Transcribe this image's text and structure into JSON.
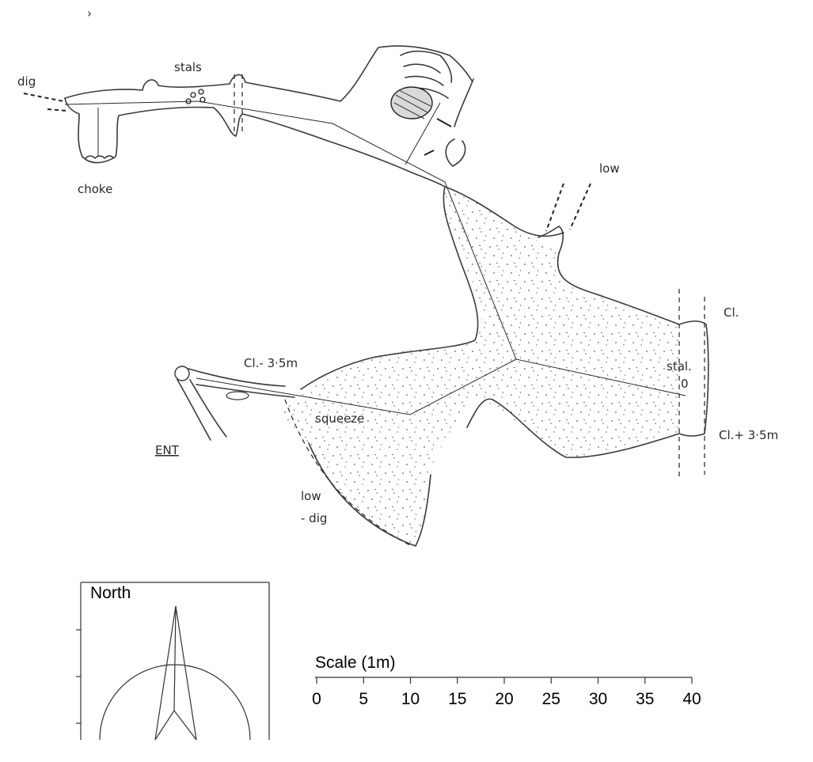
{
  "map": {
    "labels": {
      "dig": "dig",
      "stals": "stals",
      "choke": "choke",
      "low_ne": "low",
      "cl_e": "Cl.",
      "stal": "stal.",
      "stal_mark": "0",
      "cl_se": "Cl.+ 3·5m",
      "cl_w": "Cl.- 3·5m",
      "squeeze": "squeeze",
      "ent": "ENT",
      "low_s": "low",
      "dig_s": "- dig"
    }
  },
  "north": {
    "label": "North"
  },
  "scale": {
    "title": "Scale (1m)",
    "ticks": [
      "0",
      "5",
      "10",
      "15",
      "20",
      "25",
      "30",
      "35",
      "40"
    ]
  }
}
